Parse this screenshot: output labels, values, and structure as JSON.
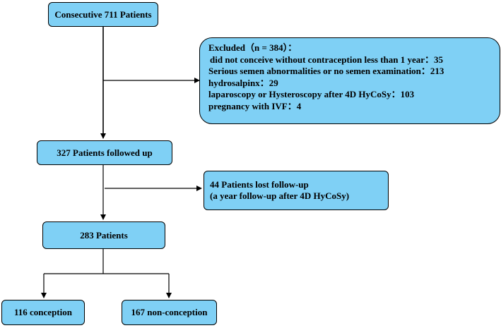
{
  "boxes": {
    "start": "Consecutive 711 Patients",
    "excluded": {
      "title": "Excluded（n = 384）：",
      "items": [
        "did not conceive without contraception less than 1 year：35",
        "Serious semen abnormalities or  no semen examination：213",
        "hydrosalpinx：29",
        "laparoscopy or Hysteroscopy  after 4D HyCoSy：103",
        "pregnancy with IVF：4"
      ]
    },
    "followed": "327 Patients followed up",
    "lost": {
      "line1": "44 Patients lost  follow-up",
      "line2": "(a year follow-up after 4D HyCoSy)"
    },
    "remaining": "283 Patients",
    "conception": "116  conception",
    "nonconception": "167 non-conception"
  },
  "colors": {
    "box_fill": "#7fd0f5",
    "stroke": "#000000"
  }
}
